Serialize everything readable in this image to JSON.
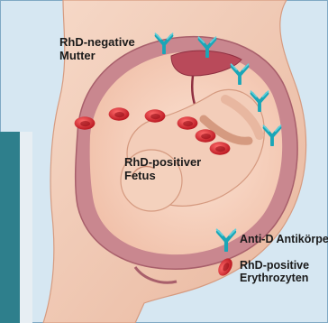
{
  "labels": {
    "mother_line1": "RhD-negative",
    "mother_line2": "Mutter",
    "fetus_line1": "RhD-positiver",
    "fetus_line2": "Fetus"
  },
  "legend": {
    "antibody": {
      "label": "Anti-D Antikörper",
      "icon": "y-shaped-antibody-icon",
      "color": "#1aa6b7"
    },
    "erythrocyte": {
      "label_line1": "RhD-positive",
      "label_line2": "Erythrozyten",
      "icon": "red-blood-cell-icon",
      "color": "#d0202a"
    }
  }
}
